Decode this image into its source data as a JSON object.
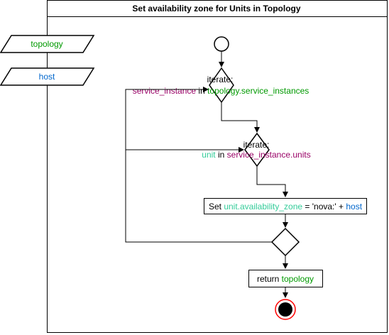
{
  "title": "Set availability zone for Units in Topology",
  "inputs": [
    {
      "label": "topology",
      "color": "#009900"
    },
    {
      "label": "host",
      "color": "#0066cc"
    }
  ],
  "loop1": {
    "keyword": "iterate:",
    "var": "service_instance",
    "in": " in ",
    "collection_obj": "topology",
    "collection_attr": ".service_instances"
  },
  "loop2": {
    "keyword": "iterate:",
    "var": "unit",
    "in": " in ",
    "collection_obj": "service_instance",
    "collection_attr": ".units"
  },
  "action": {
    "prefix": "Set ",
    "target": "unit.availability_zone",
    "assign": " = 'nova:' + ",
    "value": "host"
  },
  "return_box": {
    "prefix": "return ",
    "value": "topology"
  },
  "colors": {
    "topology": "#009900",
    "host": "#0066cc",
    "service_instance": "#990066",
    "unit": "#33cc99",
    "text": "#000000",
    "end_ring": "#ff0000"
  }
}
